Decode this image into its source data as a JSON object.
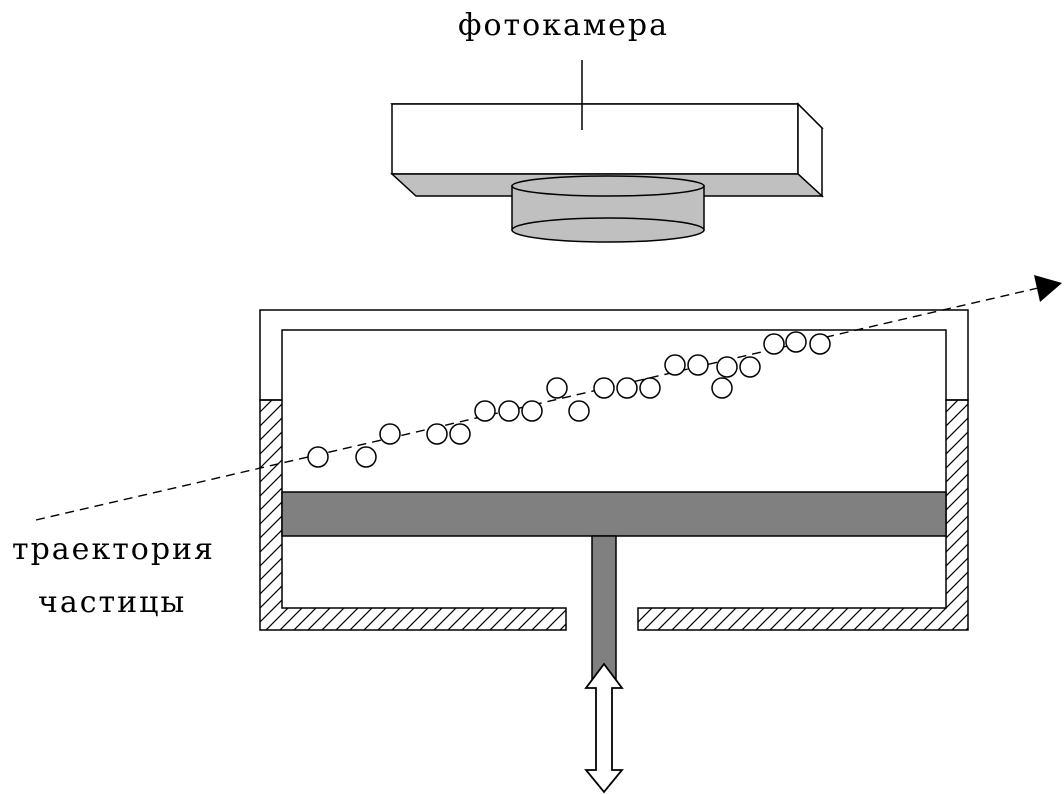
{
  "labels": {
    "camera": "фотокамера",
    "trajectory_line1": "траектория",
    "trajectory_line2": "частицы"
  },
  "colors": {
    "line": "#000000",
    "camera_shade": "#c0c0c0",
    "piston_fill": "#808080",
    "background": "#ffffff"
  },
  "parts": {
    "camera": "camera-body",
    "lens": "camera-lens",
    "chamber": "cloud-chamber",
    "piston": "piston",
    "rod": "piston-rod",
    "arrow": "double-arrow-icon"
  }
}
